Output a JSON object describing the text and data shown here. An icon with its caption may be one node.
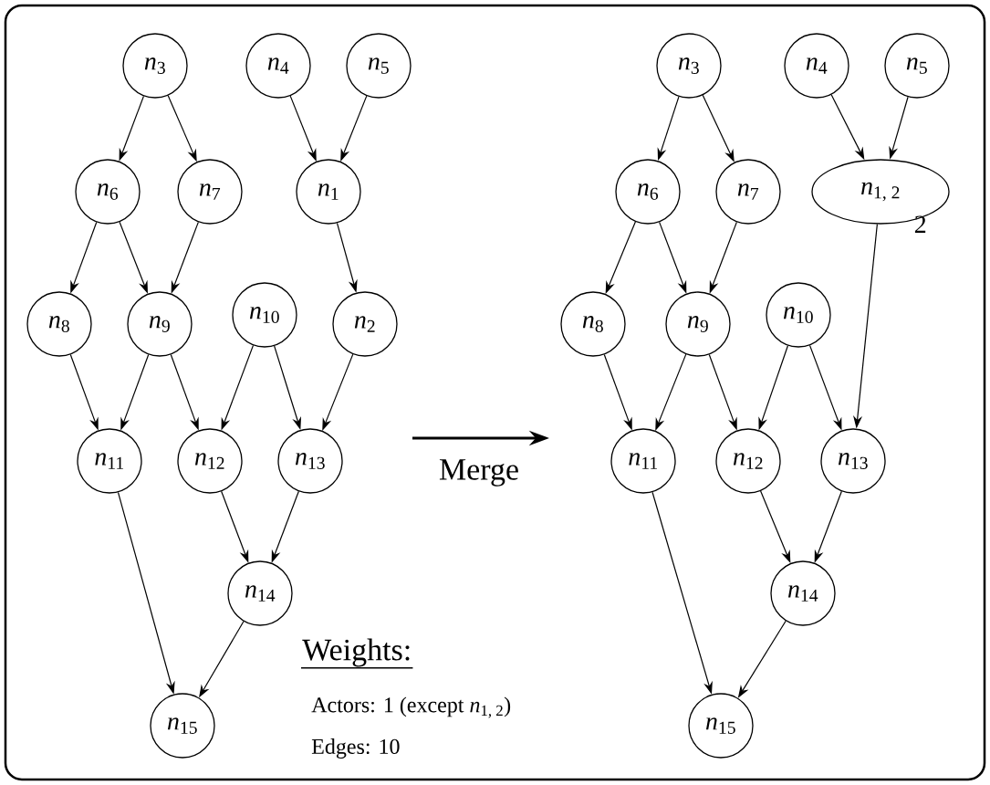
{
  "diagram": {
    "nodes": [
      {
        "text": [
          "*n*$_{3}$"
        ]
      },
      {
        "text": [
          "*n*$_{4}$"
        ]
      },
      {
        "text": [
          "*n*$_{5}$"
        ]
      },
      {
        "text": [
          "*n*$_{6}$"
        ]
      },
      {
        "text": [
          "*n*$_{7}$"
        ]
      },
      {
        "text": [
          "*n*$_{1}$"
        ]
      },
      {
        "text": [
          "*n*$_{8}$"
        ]
      },
      {
        "text": [
          "*n*$_{9}$"
        ]
      },
      {
        "text": [
          "*n*$_{10}$"
        ]
      },
      {
        "text": [
          "*n*$_{2}$"
        ]
      },
      {
        "text": [
          "*n*$_{11}$"
        ]
      },
      {
        "text": [
          "*n*$_{12}$"
        ]
      },
      {
        "text": [
          "*n*$_{13}$"
        ]
      },
      {
        "text": [
          "*n*$_{14}$"
        ]
      },
      {
        "text": [
          "*n*$_{15}$"
        ]
      },
      {
        "text": [
          "*n*$_{3}$"
        ]
      },
      {
        "text": [
          "*n*$_{4}$"
        ]
      },
      {
        "text": [
          "*n*$_{5}$"
        ]
      },
      {
        "text": [
          "*n*$_{6}$"
        ]
      },
      {
        "text": [
          "*n*$_{7}$"
        ]
      },
      {
        "text": [
          "*n*$_{1, 2}$"
        ],
        "beside": [
          "2"
        ]
      },
      {
        "text": [
          "*n*$_{8}$"
        ]
      },
      {
        "text": [
          "*n*$_{9}$"
        ]
      },
      {
        "text": [
          "*n*$_{10}$"
        ]
      },
      {
        "text": [
          "*n*$_{11}$"
        ]
      },
      {
        "text": [
          "*n*$_{12}$"
        ]
      },
      {
        "text": [
          "*n*$_{13}$"
        ]
      },
      {
        "text": [
          "*n*$_{14}$"
        ]
      },
      {
        "text": [
          "*n*$_{15}$"
        ]
      }
    ],
    "edges": [
      {
        "from": 0,
        "to": 3,
        "arrow": "to"
      },
      {
        "from": 0,
        "to": 4,
        "arrow": "to"
      },
      {
        "from": 1,
        "to": 5,
        "arrow": "to"
      },
      {
        "from": 2,
        "to": 5,
        "arrow": "to"
      },
      {
        "from": 3,
        "to": 6,
        "arrow": "to"
      },
      {
        "from": 3,
        "to": 7,
        "arrow": "to"
      },
      {
        "from": 4,
        "to": 7,
        "arrow": "to"
      },
      {
        "from": 5,
        "to": 9,
        "arrow": "to"
      },
      {
        "from": 6,
        "to": 10,
        "arrow": "to"
      },
      {
        "from": 7,
        "to": 10,
        "arrow": "to"
      },
      {
        "from": 7,
        "to": 11,
        "arrow": "to"
      },
      {
        "from": 8,
        "to": 11,
        "arrow": "to"
      },
      {
        "from": 8,
        "to": 12,
        "arrow": "to"
      },
      {
        "from": 9,
        "to": 12,
        "arrow": "to"
      },
      {
        "from": 11,
        "to": 13,
        "arrow": "to"
      },
      {
        "from": 12,
        "to": 13,
        "arrow": "to"
      },
      {
        "from": 10,
        "to": 14,
        "arrow": "to"
      },
      {
        "from": 13,
        "to": 14,
        "arrow": "to"
      },
      {
        "from": 15,
        "to": 18,
        "arrow": "to"
      },
      {
        "from": 15,
        "to": 19,
        "arrow": "to"
      },
      {
        "from": 16,
        "to": 20,
        "arrow": "to"
      },
      {
        "from": 17,
        "to": 20,
        "arrow": "to"
      },
      {
        "from": 18,
        "to": 21,
        "arrow": "to"
      },
      {
        "from": 18,
        "to": 22,
        "arrow": "to"
      },
      {
        "from": 19,
        "to": 22,
        "arrow": "to"
      },
      {
        "from": 21,
        "to": 24,
        "arrow": "to"
      },
      {
        "from": 22,
        "to": 24,
        "arrow": "to"
      },
      {
        "from": 22,
        "to": 25,
        "arrow": "to"
      },
      {
        "from": 23,
        "to": 25,
        "arrow": "to"
      },
      {
        "from": 23,
        "to": 26,
        "arrow": "to"
      },
      {
        "from": 20,
        "to": 26,
        "arrow": "to"
      },
      {
        "from": 25,
        "to": 27,
        "arrow": "to"
      },
      {
        "from": 26,
        "to": 27,
        "arrow": "to"
      },
      {
        "from": 24,
        "to": 28,
        "arrow": "to"
      },
      {
        "from": 27,
        "to": 28,
        "arrow": "to"
      }
    ],
    "labels": [
      "Merge",
      "Weights:",
      "Actors: 1 (except *n*$_{1, 2}$)",
      "Edges: 10"
    ]
  }
}
